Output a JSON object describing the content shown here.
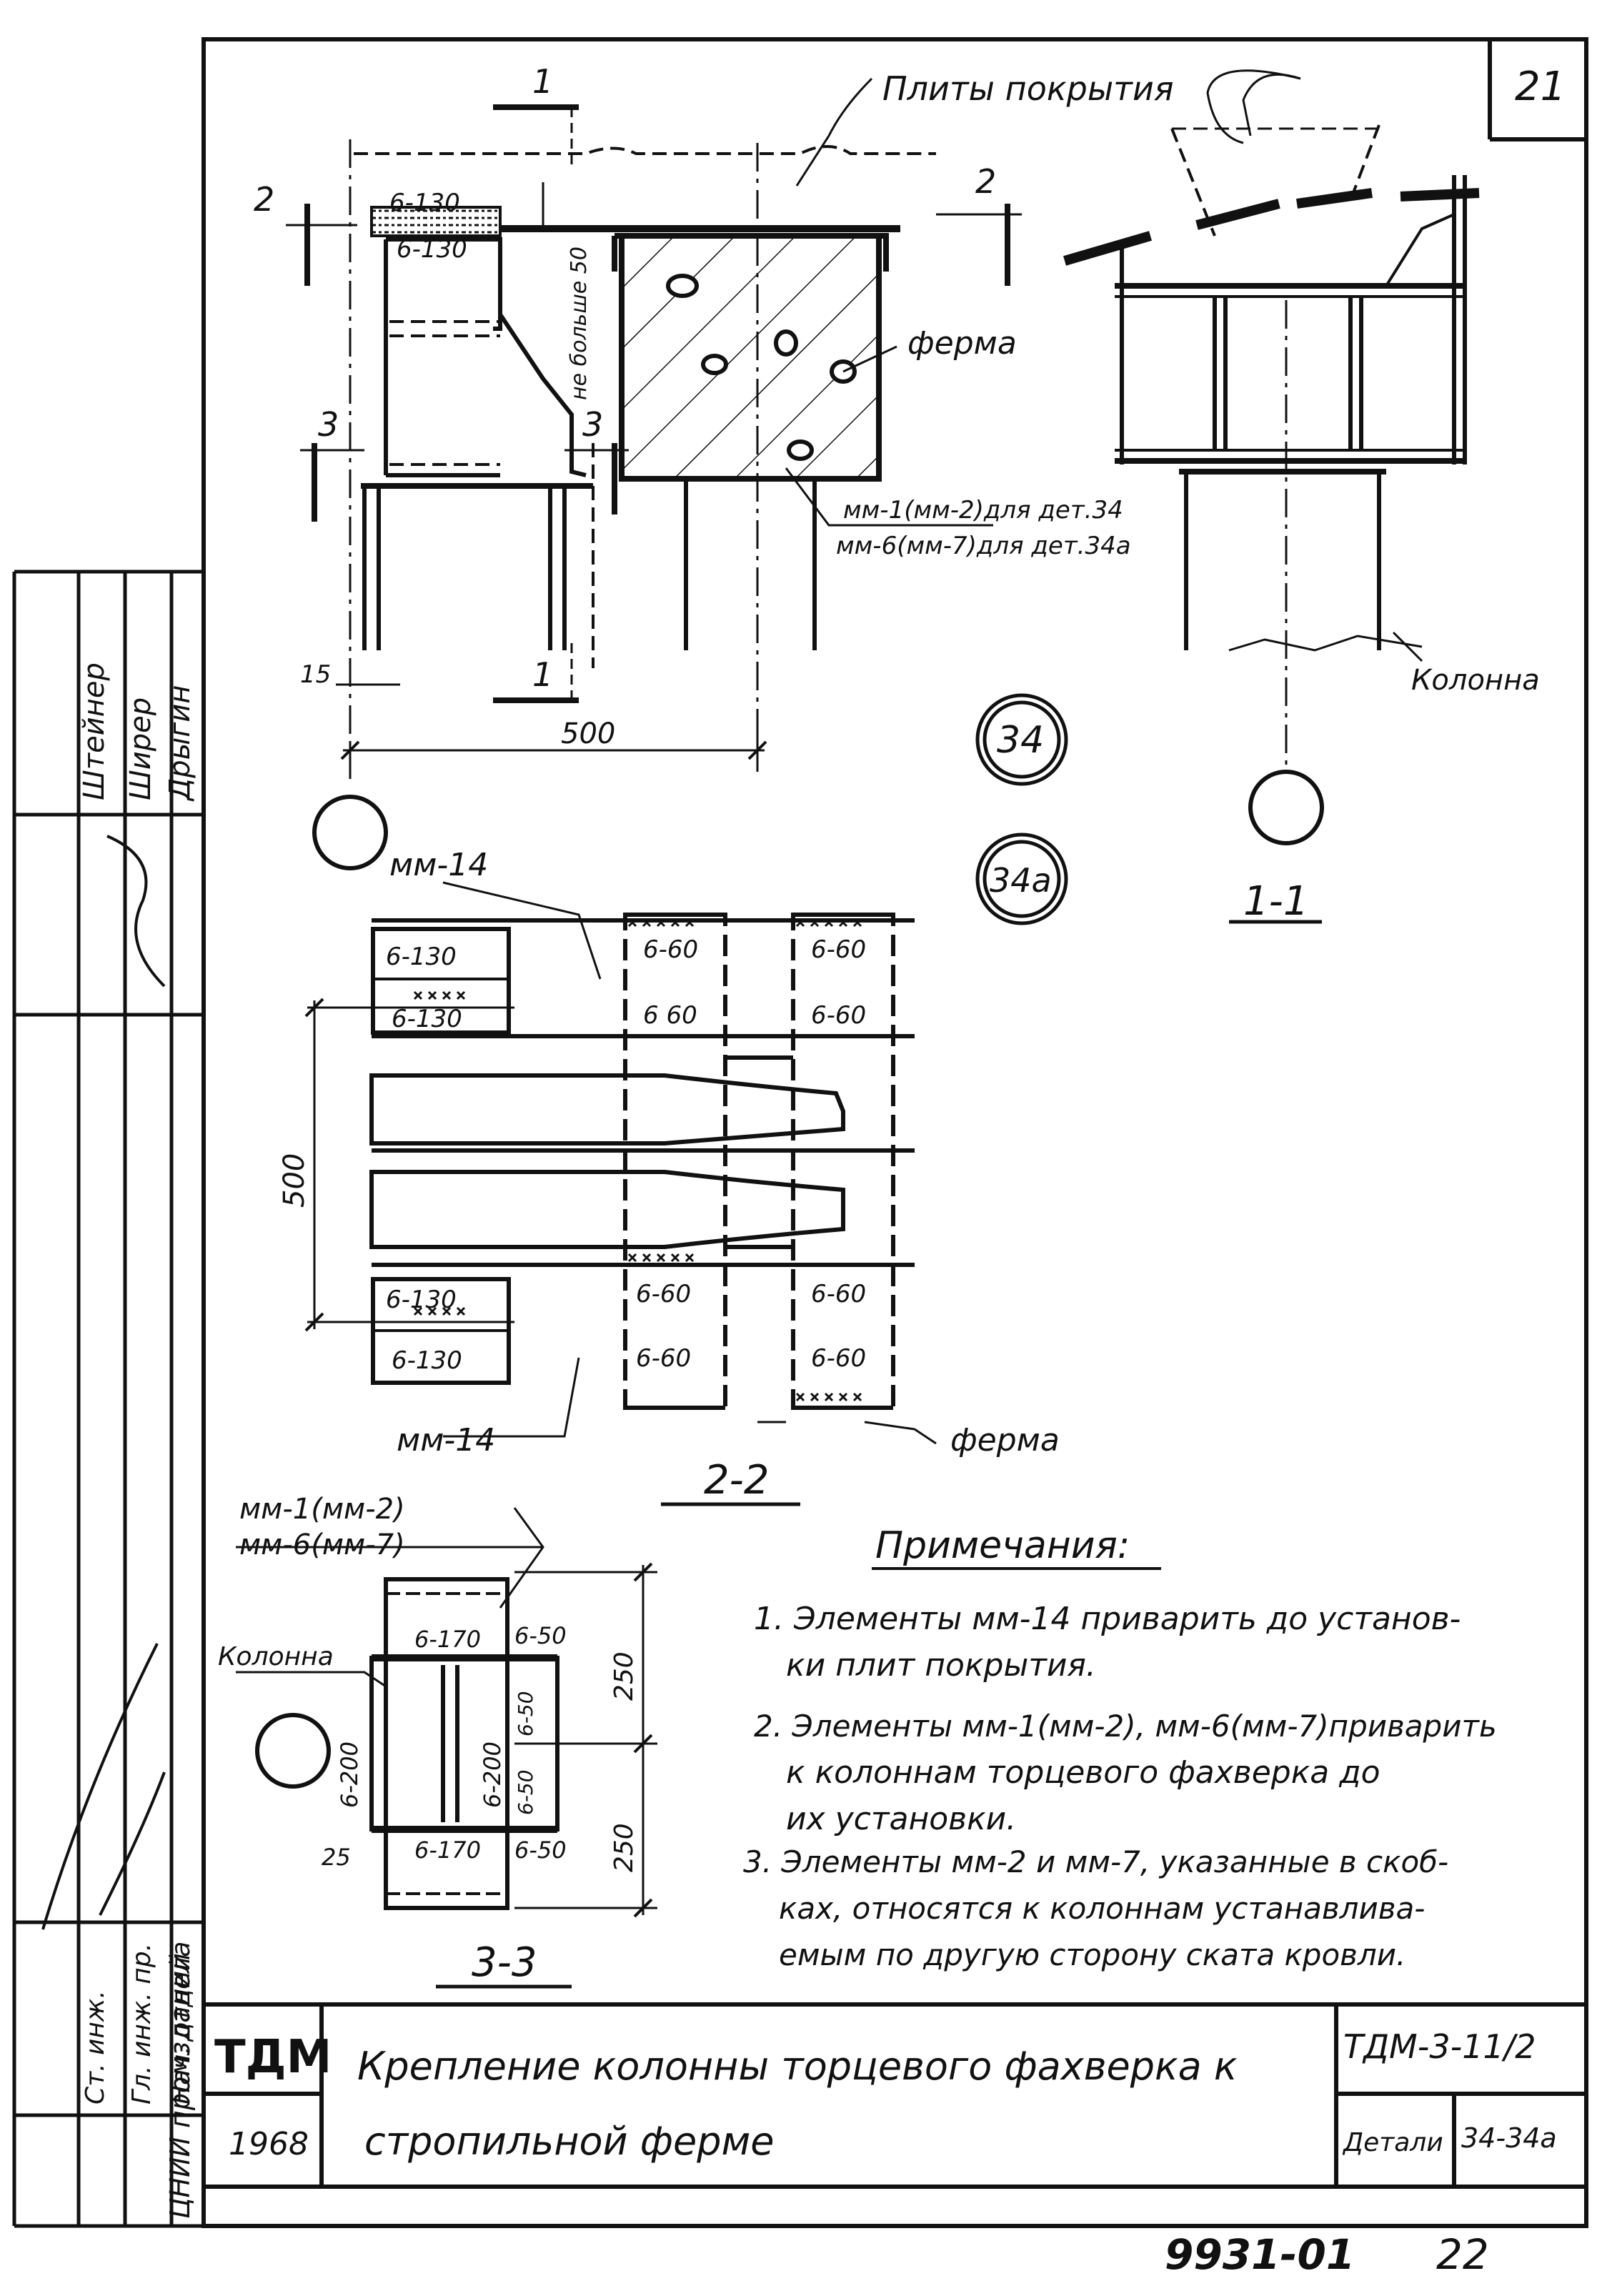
{
  "sheet_number": "21",
  "labels": {
    "roof_slabs": "Плиты покрытия",
    "truss_top": "ферма",
    "truss_bottom": "ферма",
    "column_right": "Колонна",
    "column_left": "Колонна",
    "not_more_50": "не больше 50",
    "mm1_det34": "мм-1(мм-2)для дет.34",
    "mm6_det34a": "мм-6(мм-7)для дет.34а",
    "mm14_top": "мм-14",
    "mm14_bottom": "мм-14",
    "mm1_33": "мм-1(мм-2)",
    "mm6_33": "мм-6(мм-7)"
  },
  "details": {
    "det34": "34",
    "det34a": "34а"
  },
  "sections": {
    "cut_1_top": "1",
    "cut_1_bottom": "1",
    "cut_2_left": "2",
    "cut_2_right": "2",
    "cut_3_left": "3",
    "cut_3_right": "3",
    "title_1_1": "1-1",
    "title_2_2": "2-2",
    "title_3_3": "3-3"
  },
  "dimensions": {
    "d15": "15",
    "d500_elev": "500",
    "d500_plan": "500",
    "d250_a": "250",
    "d250_b": "250",
    "d25": "25"
  },
  "welds": {
    "w6130_a": "6-130",
    "w6130_b": "6-130",
    "w6130_c": "6-130",
    "w6130_d": "6-130",
    "w6130_e": "6-130",
    "w6130_f": "6-130",
    "w660_1": "6-60",
    "w660_2": "6-60",
    "w660_3": "6 60",
    "w660_4": "6-60",
    "w660_5": "6-60",
    "w660_6": "6-60",
    "w660_7": "6-60",
    "w660_8": "6-60",
    "w6170_a": "6-170",
    "w6170_b": "6-170",
    "w650_a": "6-50",
    "w650_b": "6-50",
    "w650_c": "6-50",
    "w650_d": "6-50",
    "w6200_a": "6-200",
    "w6200_b": "6-200"
  },
  "notes": {
    "heading": "Примечания:",
    "items": [
      "1. Элементы мм-14 приварить до установ-",
      "ки плит покрытия.",
      "2. Элементы мм-1(мм-2), мм-6(мм-7)приварить",
      "к колоннам торцевого фахверка до",
      "их установки.",
      "3. Элементы мм-2 и мм-7, указанные в скоб-",
      "ках, относятся к колоннам устанавлива-",
      "емым по другую сторону ската кровли."
    ]
  },
  "title_block": {
    "org": "ТДМ",
    "year": "1968",
    "title_line1": "Крепление колонны торцевого фахверка к",
    "title_line2": "стропильной ферме",
    "doc_code": "ТДМ-3-11/2",
    "details_label": "Детали",
    "details_value": "34-34а",
    "archive_number": "9931-01",
    "page_number": "22"
  },
  "side_stamp": {
    "names": [
      "Дрыгин",
      "Ширер",
      "Штейнер"
    ],
    "roles": [
      "Нач. отдела",
      "Гл. инж. пр.",
      "Ст. инж."
    ],
    "org": "ЦНИИ промзданий"
  },
  "colors": {
    "ink": "#111111",
    "paper": "#ffffff"
  }
}
